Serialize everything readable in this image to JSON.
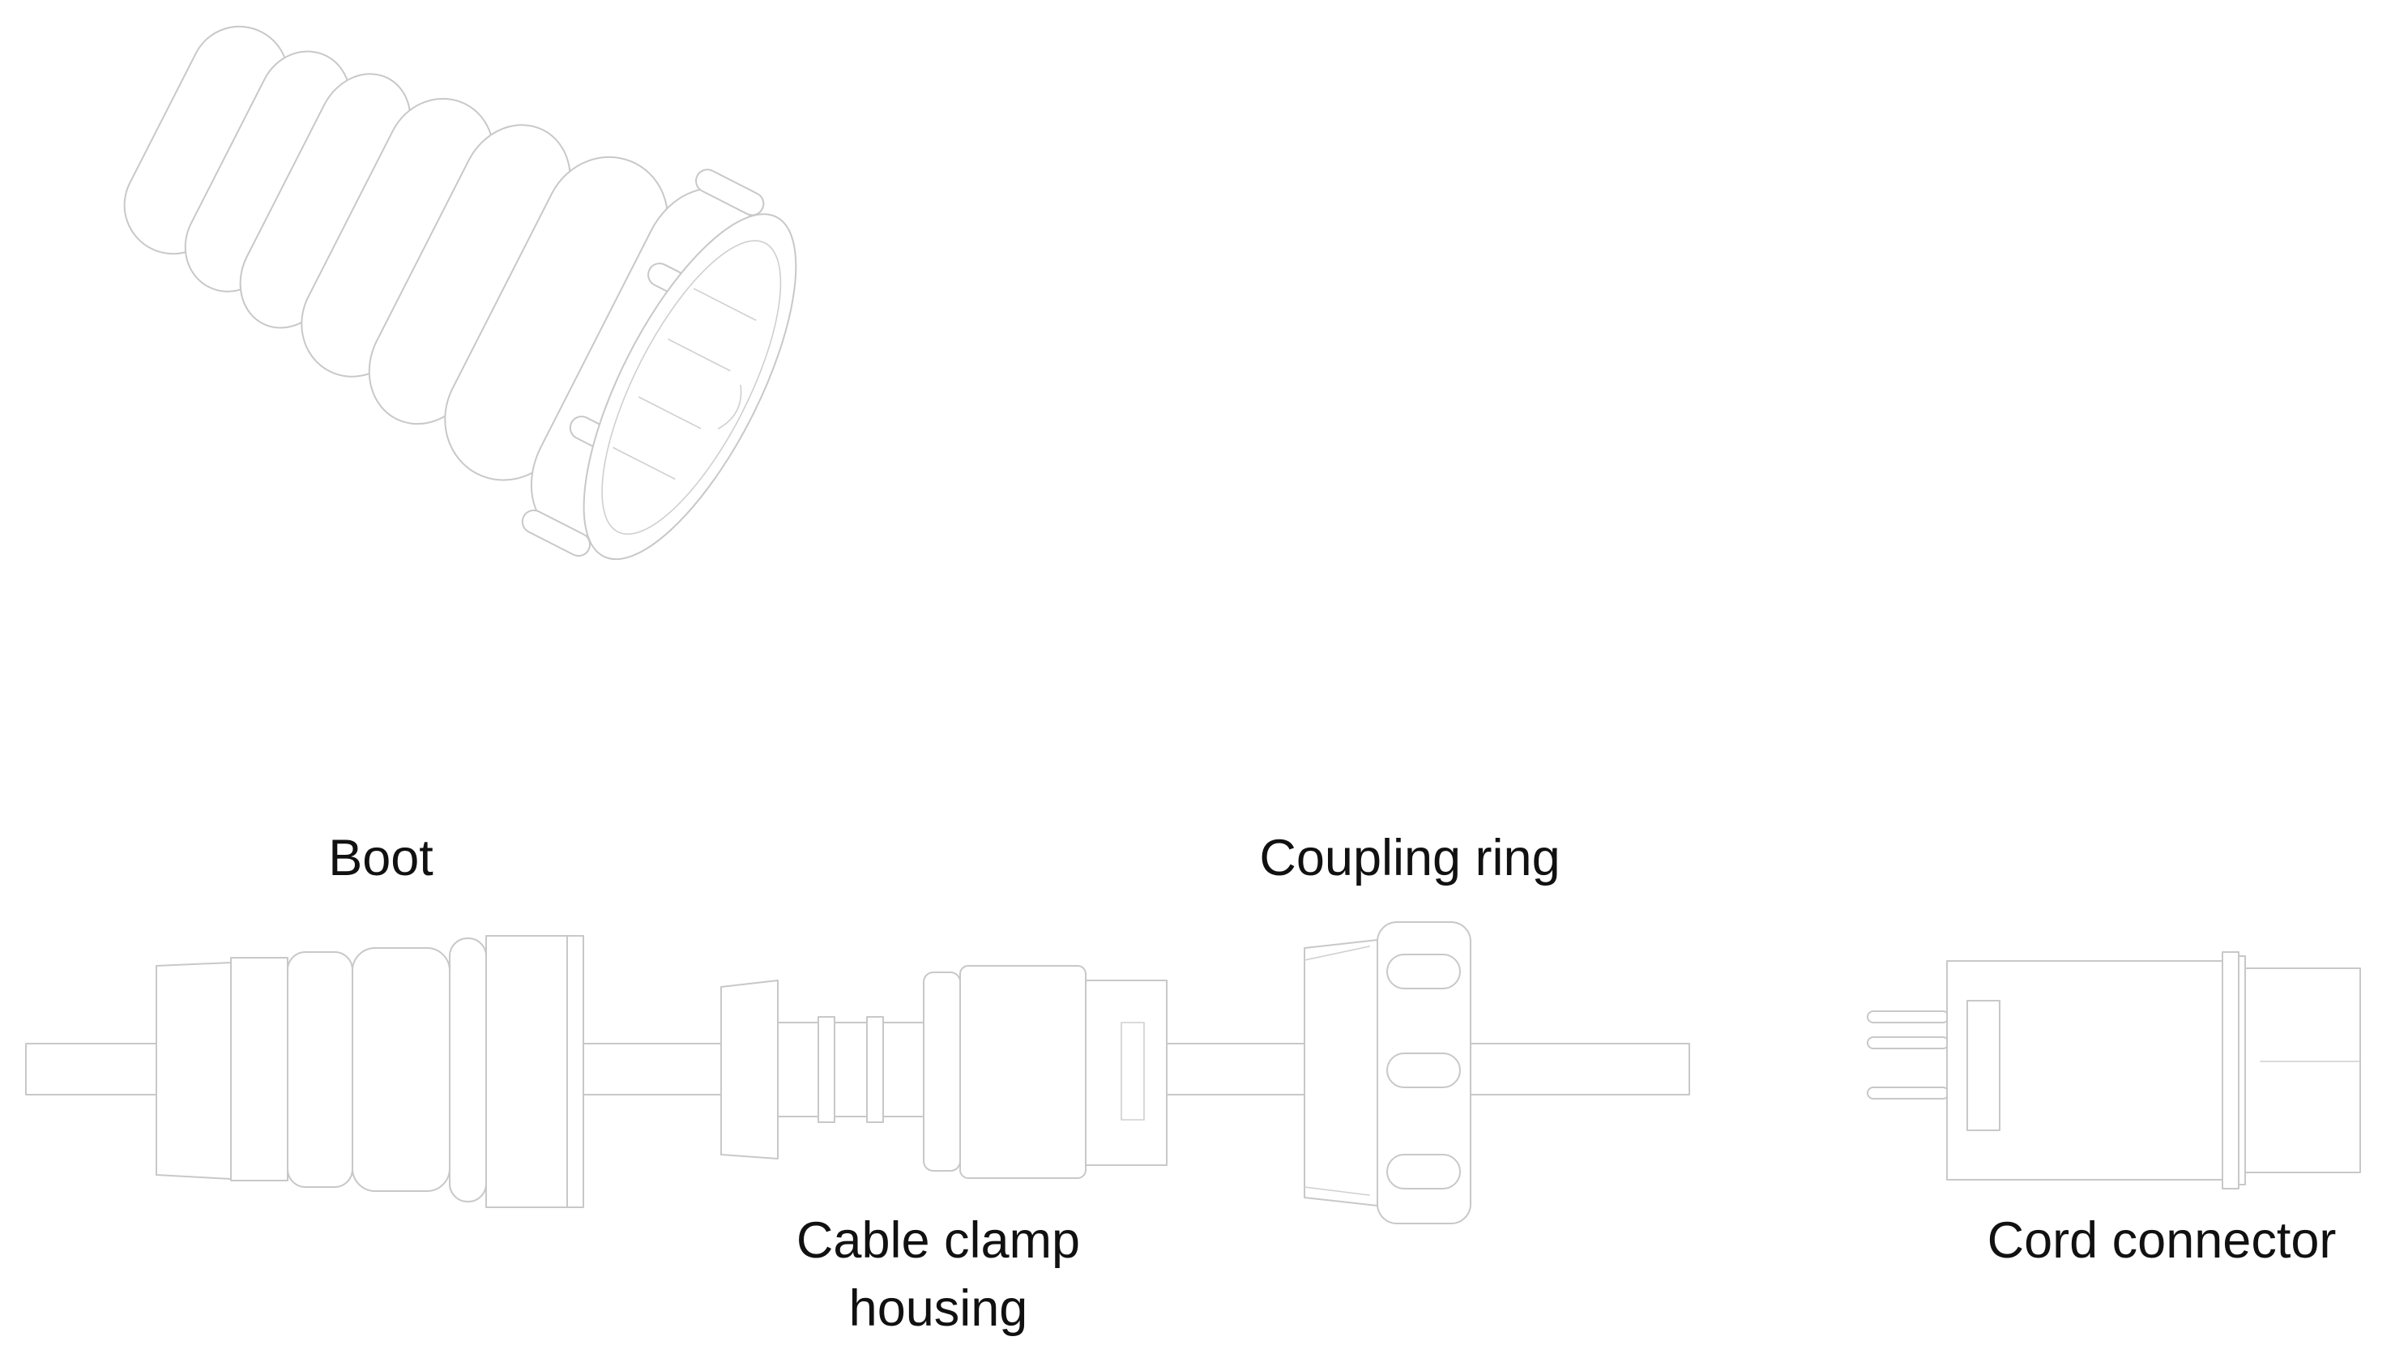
{
  "labels": {
    "boot": "Boot",
    "coupling_ring": "Coupling ring",
    "cable_clamp_housing_line1": "Cable clamp",
    "cable_clamp_housing_line2": "housing",
    "cord_connector": "Cord connector"
  },
  "colors": {
    "line": "#c8c8c8",
    "text": "#111111",
    "background": "#ffffff"
  }
}
